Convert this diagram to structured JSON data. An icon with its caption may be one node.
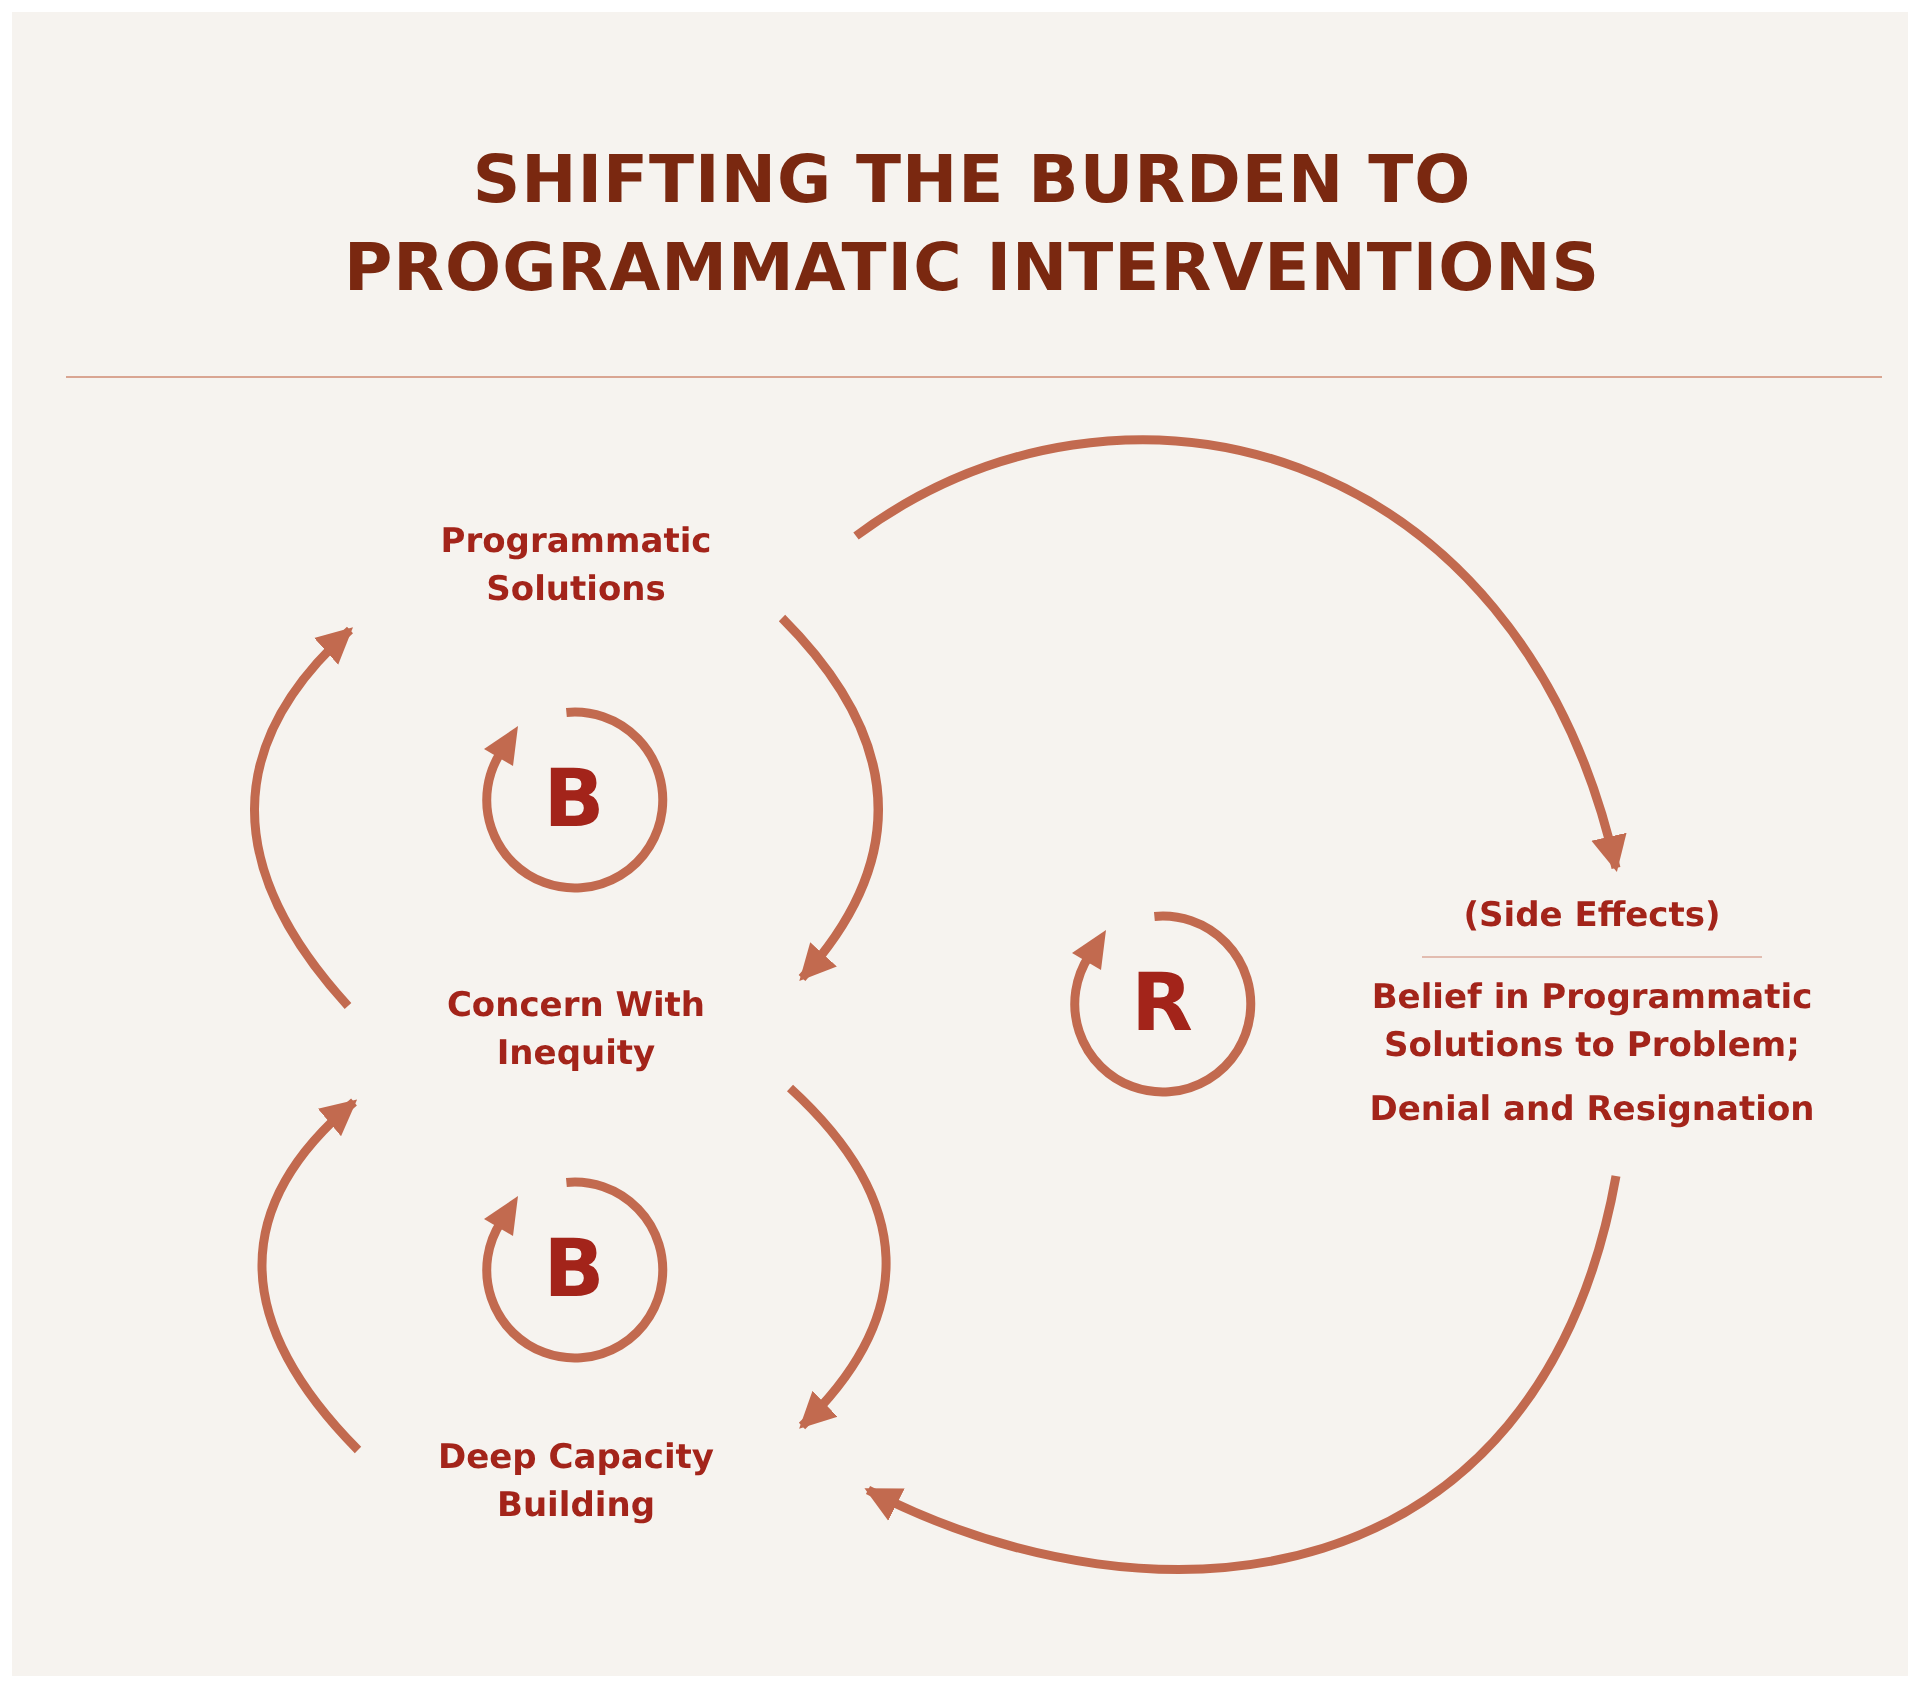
{
  "diagram": {
    "title": "SHIFTING THE BURDEN TO PROGRAMMATIC INTERVENTIONS",
    "nodes": [
      {
        "text": [
          "Programmatic Solutions"
        ]
      },
      {
        "text": [
          "Concern With Inequity"
        ]
      },
      {
        "text": [
          "Deep Capacity Building"
        ]
      },
      {
        "text": [
          "(Side Effects)",
          "Belief in Programmatic Solutions to Problem;",
          "Denial and Resignation"
        ]
      },
      {
        "text": [
          "B"
        ]
      },
      {
        "text": [
          "B"
        ]
      },
      {
        "text": [
          "R"
        ]
      }
    ],
    "edges": [
      {
        "from": 1,
        "to": 0,
        "arrow": "to"
      },
      {
        "from": 0,
        "to": 1,
        "arrow": "to"
      },
      {
        "from": 2,
        "to": 1,
        "arrow": "to"
      },
      {
        "from": 1,
        "to": 2,
        "arrow": "to"
      },
      {
        "from": 0,
        "to": 3,
        "arrow": "to"
      },
      {
        "from": 3,
        "to": 2,
        "arrow": "to"
      }
    ]
  }
}
